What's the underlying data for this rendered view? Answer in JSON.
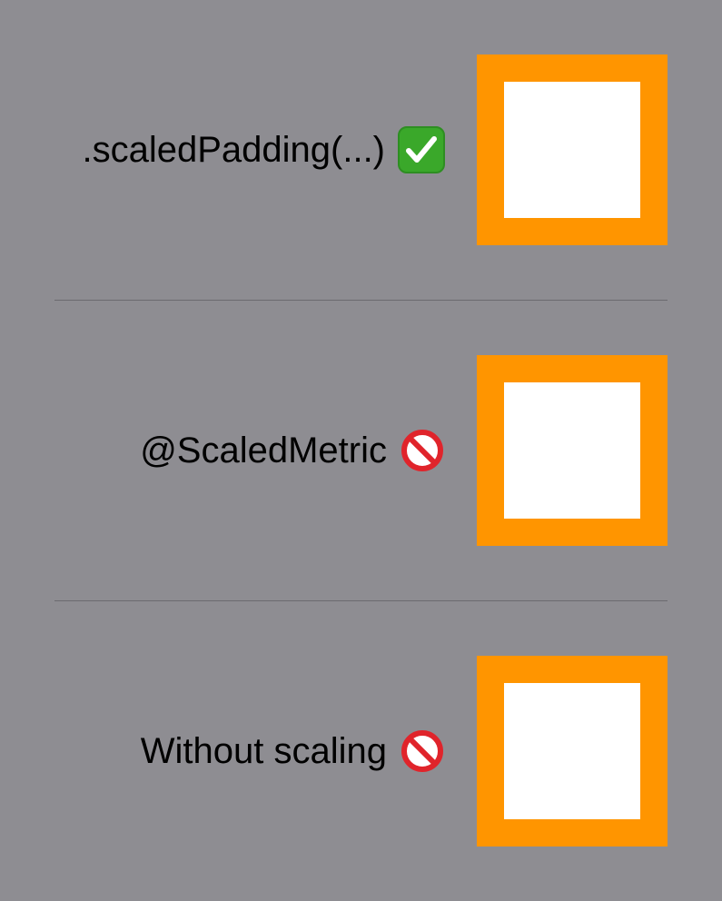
{
  "rows": [
    {
      "label": ".scaledPadding(...)",
      "status_icon": "check-mark-button-icon"
    },
    {
      "label": "@ScaledMetric",
      "status_icon": "prohibited-icon"
    },
    {
      "label": "Without scaling",
      "status_icon": "prohibited-icon"
    }
  ],
  "colors": {
    "background": "#8e8d92",
    "box_border": "#ff9500",
    "box_fill": "#ffffff",
    "divider": "#6c6b70",
    "check_green": "#3aa82a",
    "prohibit_red": "#e0242b"
  }
}
